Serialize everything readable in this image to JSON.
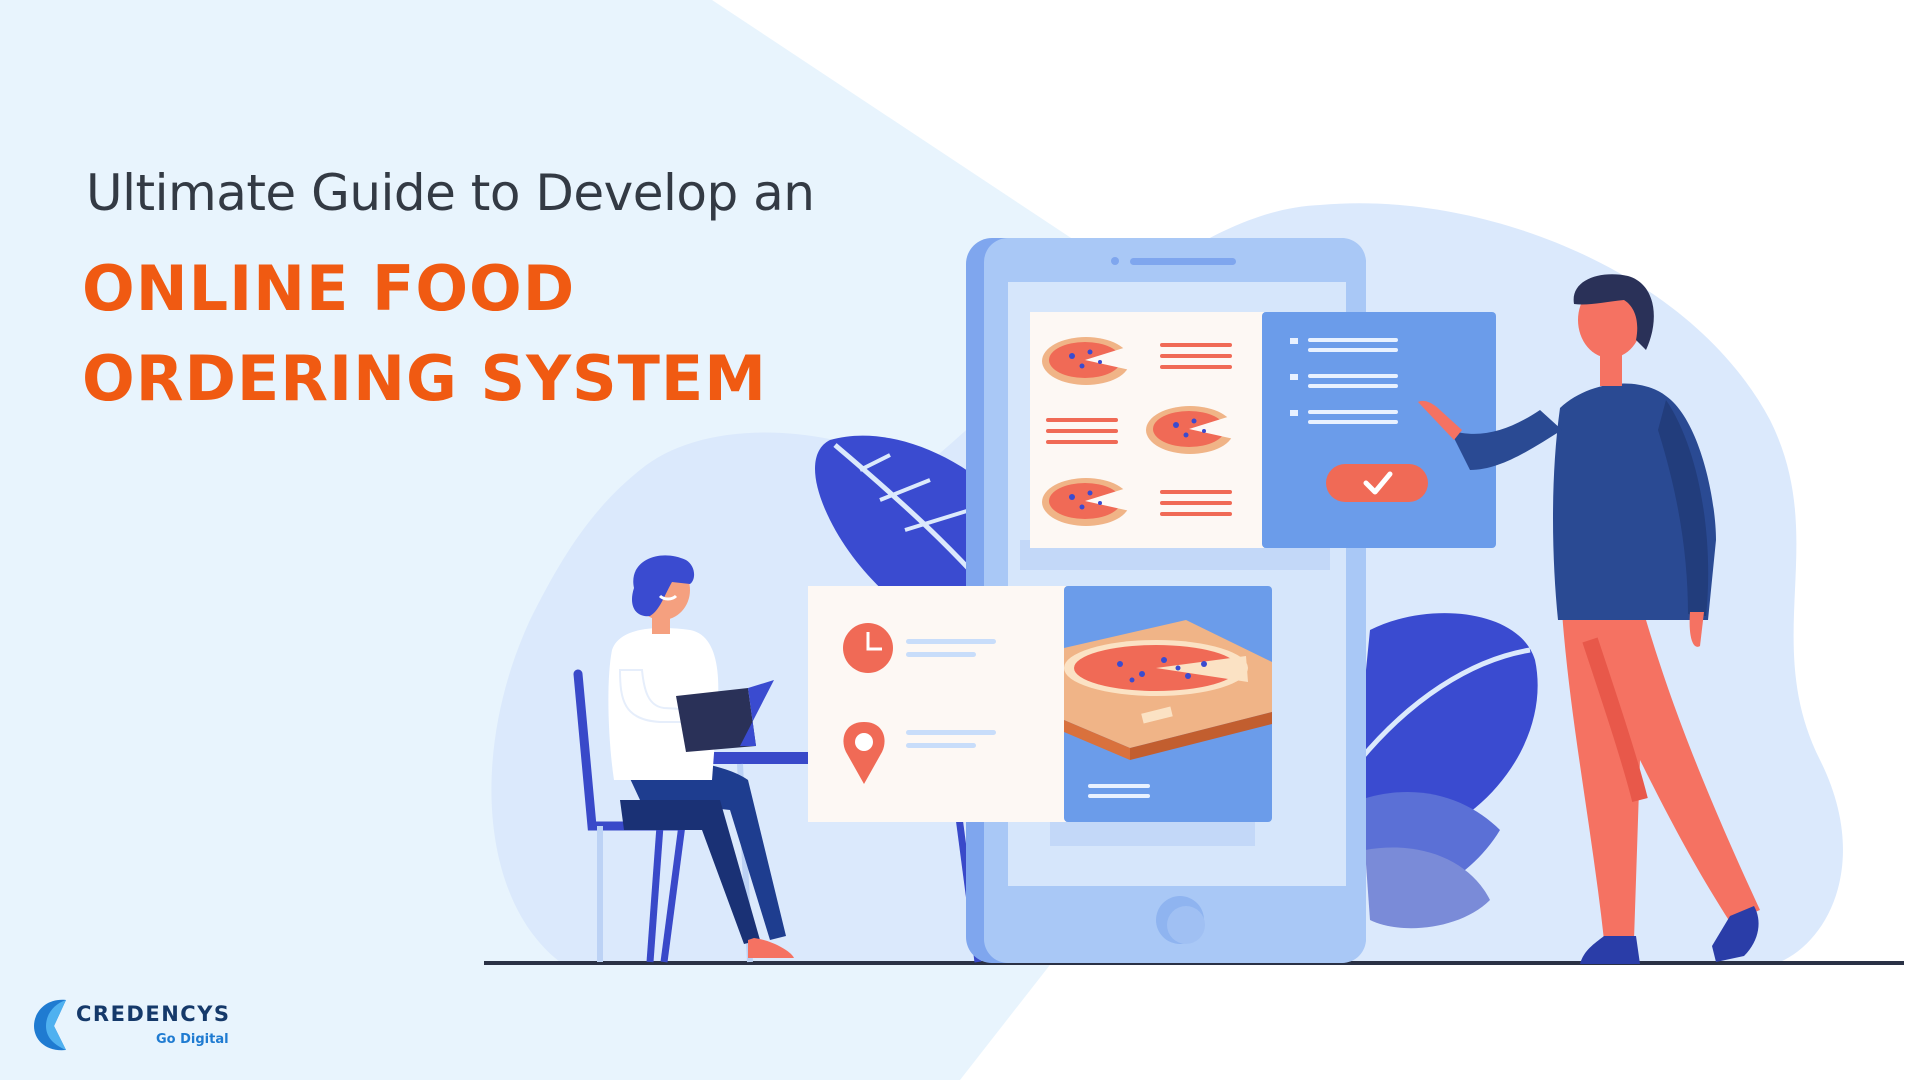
{
  "headline": "Ultimate Guide to Develop an",
  "title_lines": [
    "ONLINE FOOD",
    "ORDERING SYSTEM"
  ],
  "logo": {
    "name": "CREDENCYS",
    "tagline": "Go Digital"
  },
  "colors": {
    "accent_orange": "#f05a12",
    "headline_gray": "#333a44",
    "panel_blue": "#6b9cea",
    "phone_blue": "#a9c8f6",
    "leaf_blue": "#3a4bd0",
    "salmon": "#f57262",
    "brand_navy": "#15396a",
    "brand_blue": "#1f7bd1"
  },
  "icons": [
    "phone-illustration",
    "pizza-slice-icon",
    "clock-icon",
    "location-pin-icon",
    "checkmark-icon",
    "pizza-box-illustration",
    "leaf-illustration",
    "woman-with-laptop-illustration",
    "man-pointing-illustration"
  ]
}
